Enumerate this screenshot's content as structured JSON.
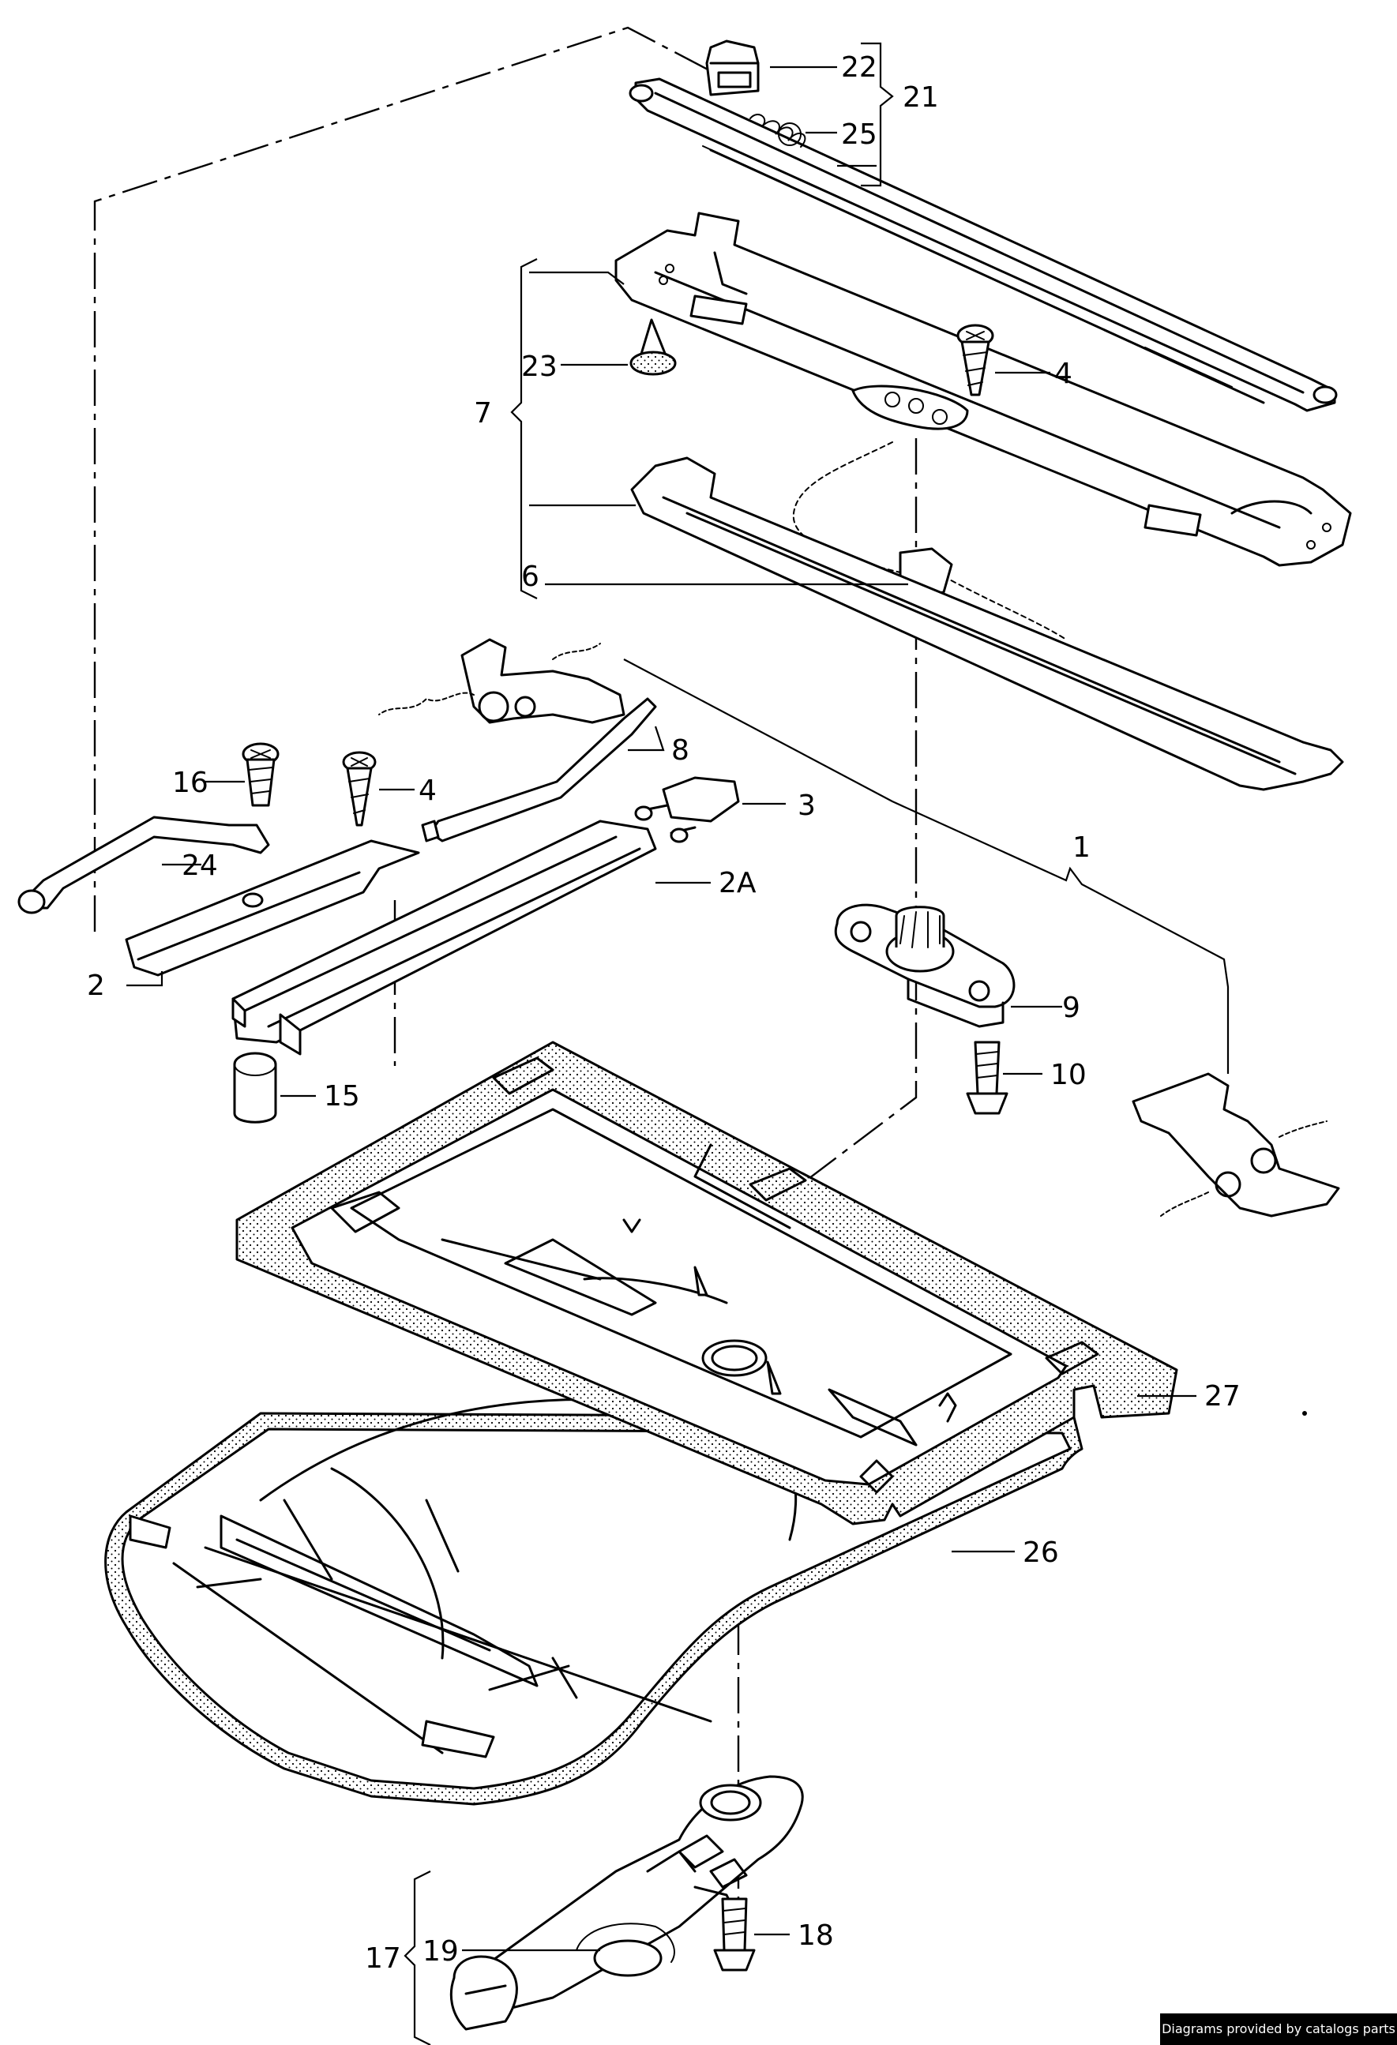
{
  "callouts": {
    "c1": "1",
    "c2": "2",
    "c2a": "2A",
    "c3": "3",
    "c4a": "4",
    "c4b": "4",
    "c6": "6",
    "c7": "7",
    "c8": "8",
    "c9": "9",
    "c10": "10",
    "c15": "15",
    "c16": "16",
    "c17": "17",
    "c18": "18",
    "c19": "19",
    "c21": "21",
    "c22": "22",
    "c23": "23",
    "c24": "24",
    "c25": "25",
    "c26": "26",
    "c27": "27"
  },
  "credit": "Diagrams provided by catalogs parts",
  "colors": {
    "line": "#000000",
    "background": "#ffffff",
    "credit_bg": "#000000",
    "credit_text": "#ffffff"
  }
}
